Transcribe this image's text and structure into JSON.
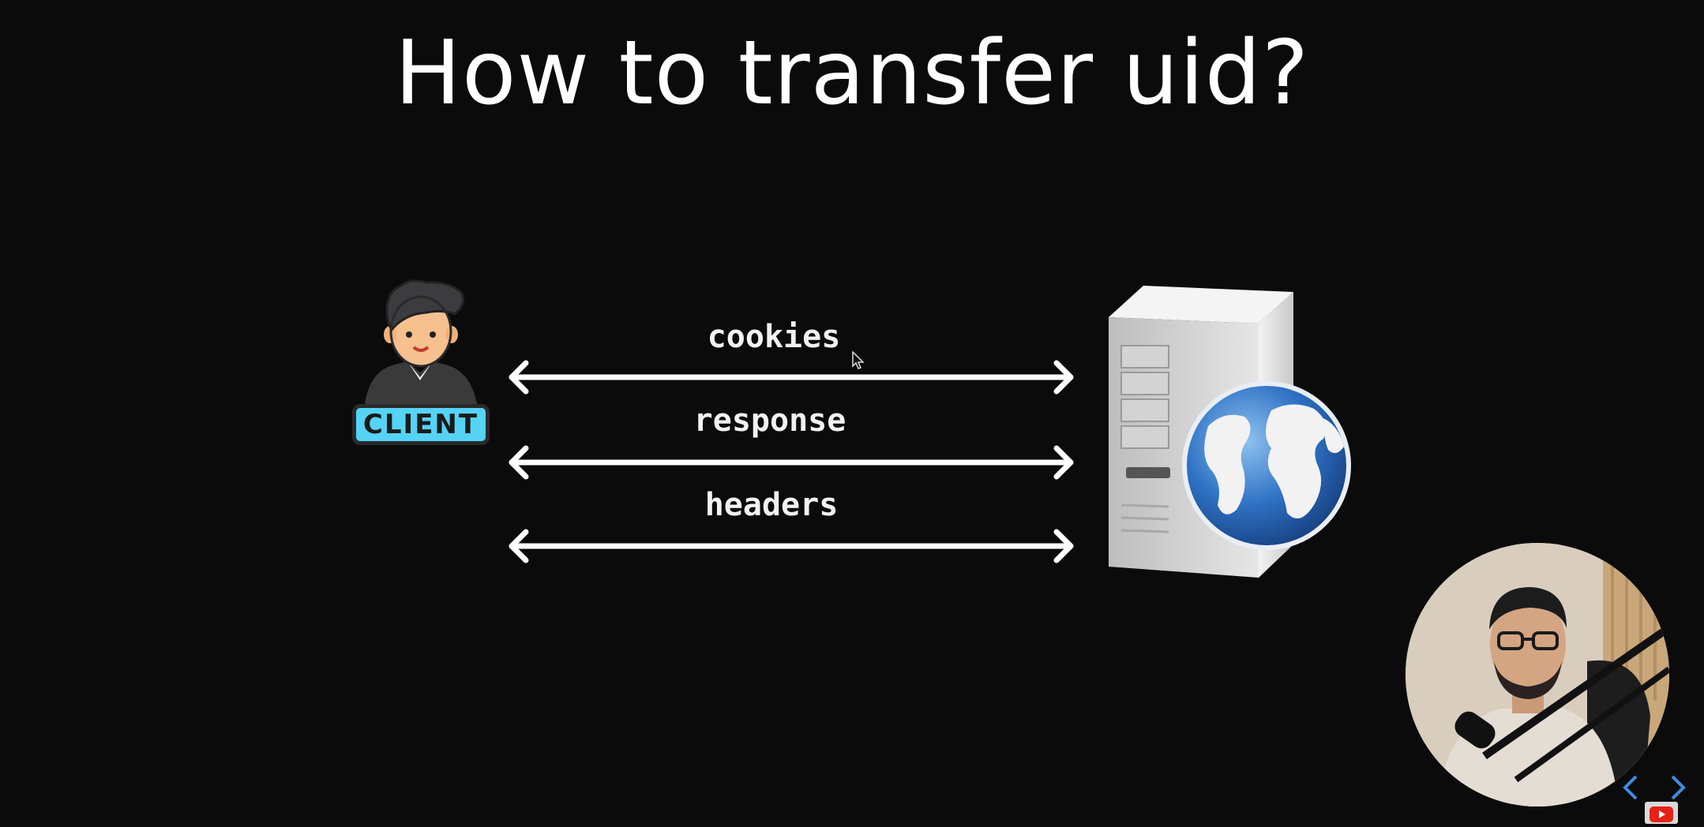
{
  "slide": {
    "title": "How to transfer uid?"
  },
  "client": {
    "label": "CLIENT",
    "icon": "client-person-icon",
    "tag_color": "#55d3f5"
  },
  "server": {
    "icon": "server-globe-icon"
  },
  "connections": [
    {
      "label": "cookies",
      "direction": "bidirectional"
    },
    {
      "label": "response",
      "direction": "bidirectional"
    },
    {
      "label": "headers",
      "direction": "bidirectional"
    }
  ],
  "overlay": {
    "presenter": "presenter-webcam",
    "player_icon": "youtube-icon"
  },
  "colors": {
    "background": "#0b0b0b",
    "foreground": "#ffffff",
    "globe_blue": "#2f72c4"
  }
}
